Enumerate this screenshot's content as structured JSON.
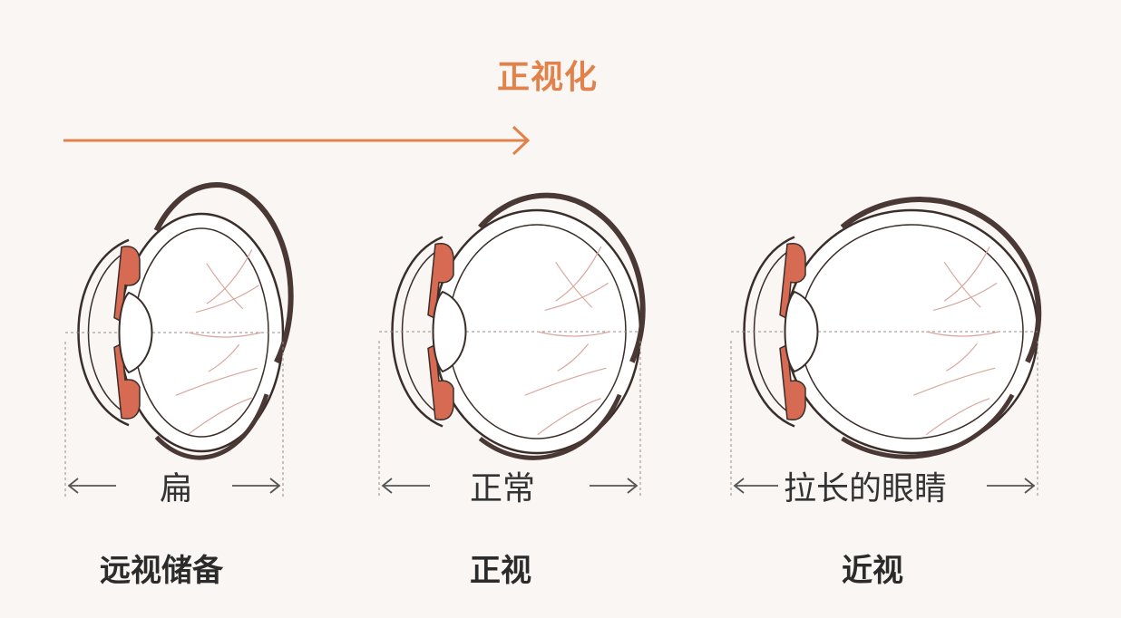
{
  "header": {
    "title": "正视化"
  },
  "eyes": [
    {
      "width_label": "扁",
      "caption": "远视储备"
    },
    {
      "width_label": "正常",
      "caption": "正视"
    },
    {
      "width_label": "拉长的眼睛",
      "caption": "近视"
    }
  ],
  "colors": {
    "accent": "#e2824a",
    "tissue": "#d76a52",
    "outline": "#3a2e2a",
    "choroid": "#4a3835",
    "vessel": "#d9a8a0",
    "background": "#f9f6f3"
  }
}
